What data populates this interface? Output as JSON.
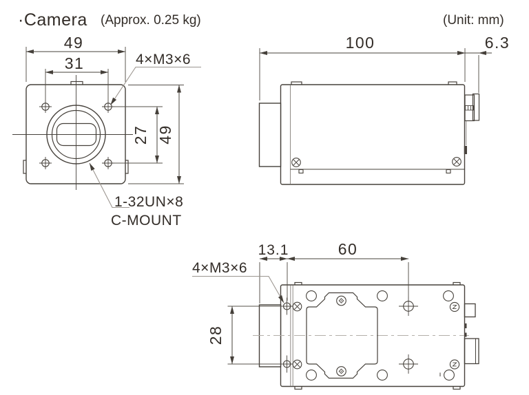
{
  "colors": {
    "line": "#45403a",
    "leader": "#9b958f",
    "text": "#332d28",
    "background": "#ffffff"
  },
  "header": {
    "title": "·Camera",
    "weight_note": "(Approx. 0.25 kg)",
    "unit_note": "(Unit: mm)"
  },
  "front_view": {
    "name": "front-view",
    "dim_width": "49",
    "dim_hole_spacing_width": "31",
    "dim_hole_spacing_height": "27",
    "dim_height": "49",
    "callout_screws": "4×M3×6",
    "callout_thread": "1-32UN×8",
    "callout_mount": "C-MOUNT"
  },
  "side_view": {
    "name": "side-view",
    "dim_length": "100",
    "dim_connector_depth": "6.3"
  },
  "bottom_view": {
    "name": "bottom-view",
    "dim_front_to_hole": "13.1",
    "dim_hole_spacing_length": "60",
    "dim_hole_spacing_width": "28",
    "callout_screws": "4×M3×6"
  }
}
